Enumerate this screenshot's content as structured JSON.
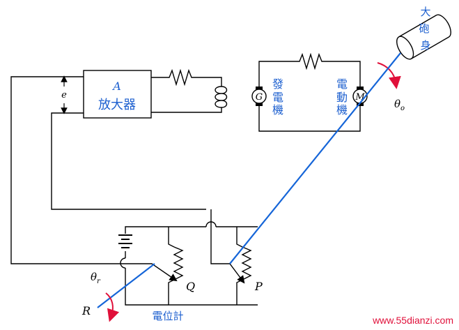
{
  "amplifier": {
    "symbol": "A",
    "label": "放大器"
  },
  "error_label": "e",
  "generator": {
    "symbol": "G",
    "label_chars": [
      "發",
      "電",
      "機"
    ]
  },
  "motor": {
    "symbol": "M",
    "label_chars": [
      "電",
      "動",
      "機"
    ]
  },
  "gun_label_chars": [
    "大",
    "砲",
    "身"
  ],
  "theta_output": {
    "base": "θ",
    "sub": "o"
  },
  "theta_reference": {
    "base": "θ",
    "sub": "r"
  },
  "pot_Q": "Q",
  "pot_P": "P",
  "reference_R": "R",
  "potentiometer_label": "電位計",
  "watermark": "www.55dianzi.com",
  "colors": {
    "label_blue": "#1c5fcf",
    "shaft_blue": "#1565d8",
    "arrow_red": "#e0103a"
  }
}
